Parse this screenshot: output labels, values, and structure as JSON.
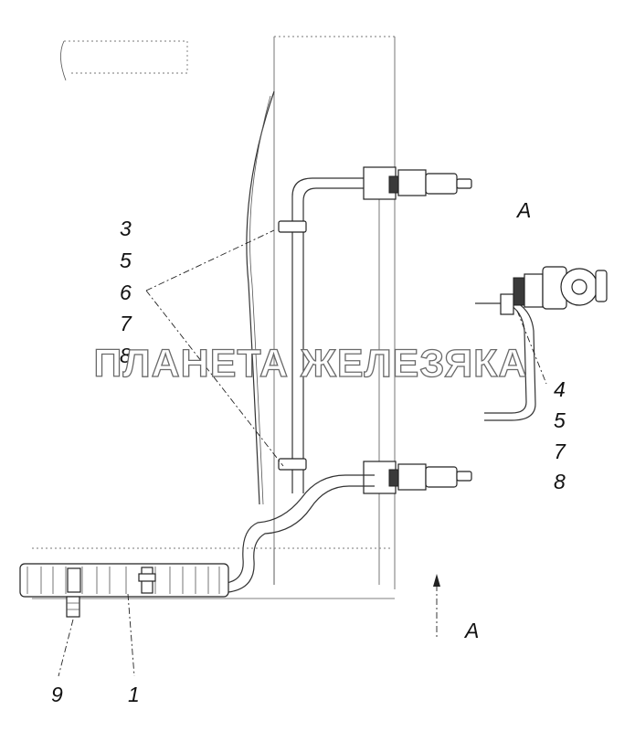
{
  "callouts": {
    "group_left": [
      "3",
      "5",
      "6",
      "7",
      "8"
    ],
    "group_right": [
      "4",
      "5",
      "7",
      "8"
    ],
    "label_9": "9",
    "label_1": "1"
  },
  "view": {
    "view_label": "A",
    "arrow_label": "A"
  },
  "watermark": "ПЛАНЕТА ЖЕЛЕЗЯКА"
}
